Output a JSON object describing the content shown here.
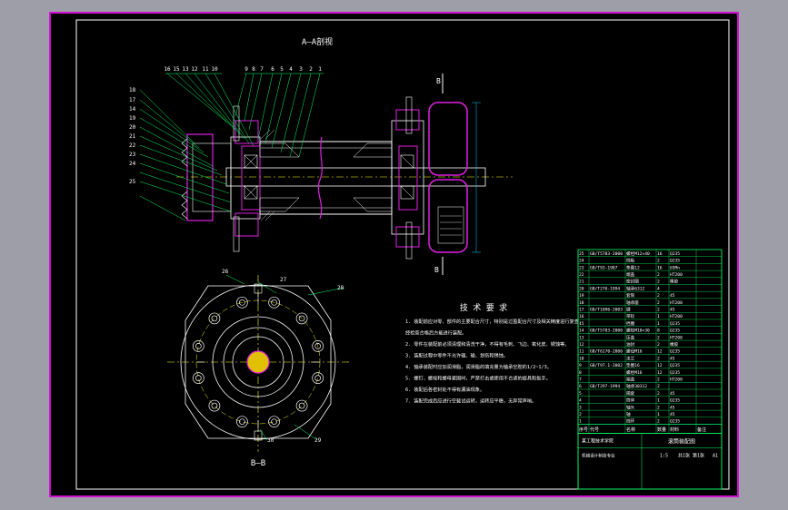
{
  "colors": {
    "frame": "#d010d0",
    "line": "#ffffff",
    "text": "#ffffff",
    "part": "#00ff66",
    "centerline": "#ffff00",
    "table": "#00ff66",
    "dim": "#00c8ff",
    "body": "#e020e0"
  },
  "titles": {
    "section_aa": "A—A剖视",
    "section_bb": "B—B",
    "tech_req_title": "技 术 要 求",
    "marker_b": "B"
  },
  "callouts_top": [
    "16",
    "15",
    "13",
    "12",
    "11",
    "10",
    "9",
    "8",
    "7",
    "6",
    "5",
    "4",
    "3",
    "2",
    "1"
  ],
  "callouts_left": [
    "18",
    "17",
    "14",
    "19",
    "20",
    "21",
    "22",
    "23",
    "24",
    "25"
  ],
  "callouts_bottom": [
    "26",
    "27",
    "28",
    "29",
    "30"
  ],
  "tech_requirements": [
    "1. 装配前应对零、部件的主要配合尺寸，特别是过盈配合尺寸及相关精度进行复查，",
    "   经检查合格后方能进行装配。",
    "2. 零件在装配前必须清理和清洗干净，不得有毛刺、飞边、氧化皮、锈蚀等。",
    "3. 装配过程中零件不允许磕、碰、划伤和锈蚀。",
    "4. 轴承装配时应加润滑脂，润滑脂的填充量为轴承空腔的1/2~1/3。",
    "5. 螺钉、螺栓和螺母紧固时，严禁打击或使用不合适的旋具和扳手。",
    "6. 装配后各密封处不得有漏油现象。",
    "7. 装配完成后应进行空载试运转，运转应平稳，无异常声响。"
  ],
  "parts_table": {
    "rows": [
      [
        "25",
        "GB/T5783-2000",
        "螺栓M12×40",
        "16",
        "Q235",
        ""
      ],
      [
        "24",
        "",
        "挡板",
        "2",
        "Q235",
        ""
      ],
      [
        "23",
        "GB/T93-1987",
        "垫圈12",
        "16",
        "65Mn",
        ""
      ],
      [
        "22",
        "",
        "端盖",
        "2",
        "HT200",
        ""
      ],
      [
        "21",
        "",
        "密封圈",
        "2",
        "橡胶",
        ""
      ],
      [
        "20",
        "GB/T276-1994",
        "轴承6312",
        "4",
        "",
        ""
      ],
      [
        "19",
        "",
        "套筒",
        "2",
        "45",
        ""
      ],
      [
        "18",
        "",
        "轴承座",
        "2",
        "HT200",
        ""
      ],
      [
        "17",
        "GB/T1096-2003",
        "键",
        "2",
        "45",
        ""
      ],
      [
        "16",
        "",
        "带轮",
        "1",
        "HT200",
        ""
      ],
      [
        "15",
        "",
        "挡圈",
        "1",
        "Q235",
        ""
      ],
      [
        "14",
        "GB/T5783-2000",
        "螺栓M10×30",
        "8",
        "Q235",
        ""
      ],
      [
        "13",
        "",
        "压盖",
        "2",
        "HT200",
        ""
      ],
      [
        "12",
        "",
        "油封",
        "2",
        "橡胶",
        ""
      ],
      [
        "11",
        "GB/T6170-2000",
        "螺母M16",
        "12",
        "Q235",
        ""
      ],
      [
        "10",
        "",
        "法兰",
        "2",
        "45",
        ""
      ],
      [
        "9",
        "GB/T97.1-2002",
        "垫圈16",
        "12",
        "Q235",
        ""
      ],
      [
        "8",
        "",
        "螺栓M16",
        "12",
        "Q235",
        ""
      ],
      [
        "7",
        "",
        "端盖",
        "2",
        "HT200",
        ""
      ],
      [
        "6",
        "GB/T297-1994",
        "轴承30312",
        "2",
        "",
        ""
      ],
      [
        "5",
        "",
        "隔套",
        "2",
        "45",
        ""
      ],
      [
        "4",
        "",
        "筒体",
        "1",
        "Q235",
        ""
      ],
      [
        "3",
        "",
        "轴头",
        "2",
        "45",
        ""
      ],
      [
        "2",
        "",
        "轴",
        "1",
        "45",
        ""
      ],
      [
        "1",
        "",
        "挡环",
        "2",
        "Q235",
        ""
      ]
    ],
    "header": [
      "序号",
      "代号",
      "名称",
      "数量",
      "材料",
      "备注"
    ],
    "title_block": {
      "drawing_name": "滚筒装配图",
      "scale": "1:5",
      "sheet": "共1张 第1张",
      "size": "A1",
      "org": "某工程技术学院",
      "dept": "机械设计制造专业"
    }
  }
}
